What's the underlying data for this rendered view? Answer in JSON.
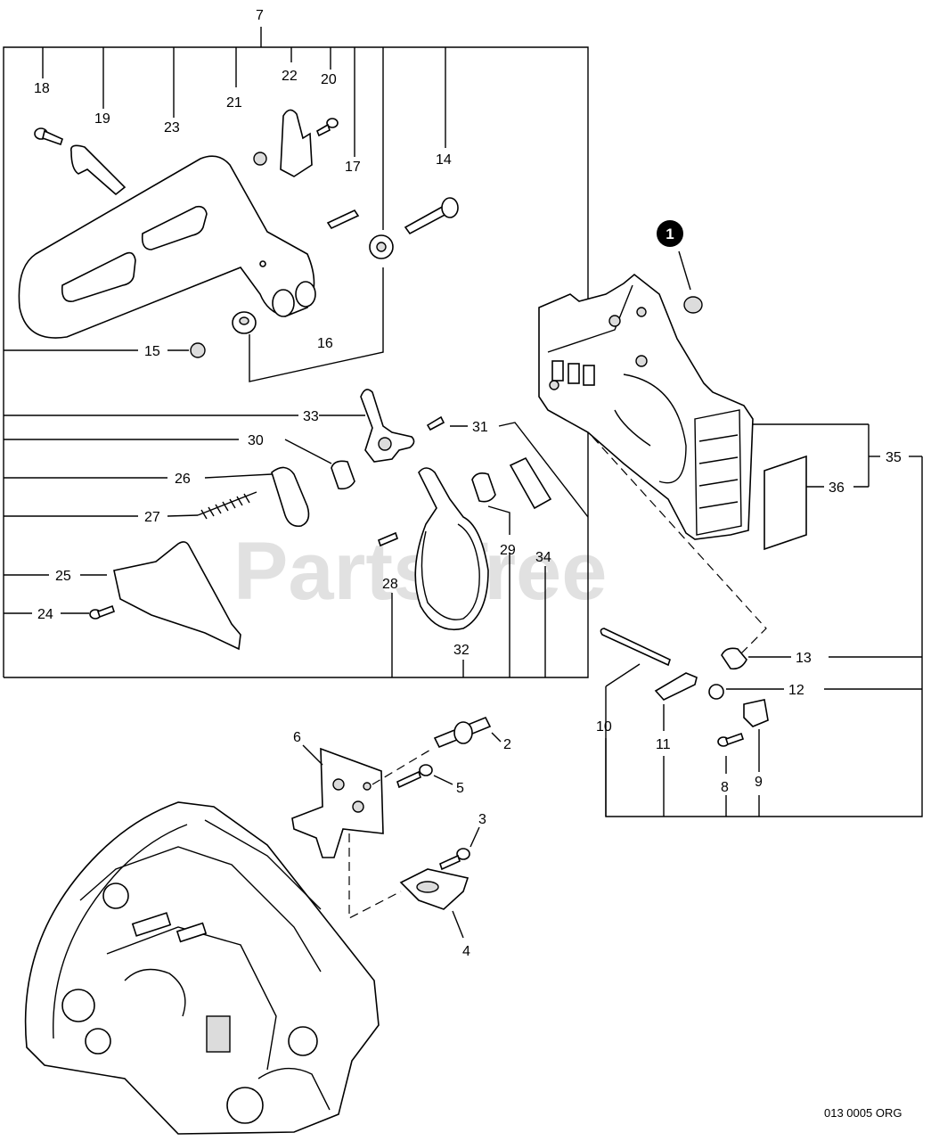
{
  "watermark": "PartsTree",
  "drawing_code": "013 0005 ORG",
  "callout_marker": "1",
  "labels": {
    "l2": "2",
    "l3": "3",
    "l4": "4",
    "l5": "5",
    "l6": "6",
    "l7": "7",
    "l8": "8",
    "l9": "9",
    "l10": "10",
    "l11": "11",
    "l12": "12",
    "l13": "13",
    "l14": "14",
    "l15": "15",
    "l16": "16",
    "l17": "17",
    "l18": "18",
    "l19": "19",
    "l20": "20",
    "l21": "21",
    "l22": "22",
    "l23": "23",
    "l24": "24",
    "l25": "25",
    "l26": "26",
    "l27": "27",
    "l28": "28",
    "l29": "29",
    "l30": "30",
    "l31": "31",
    "l32": "32",
    "l33": "33",
    "l34": "34",
    "l35": "35",
    "l36": "36"
  }
}
